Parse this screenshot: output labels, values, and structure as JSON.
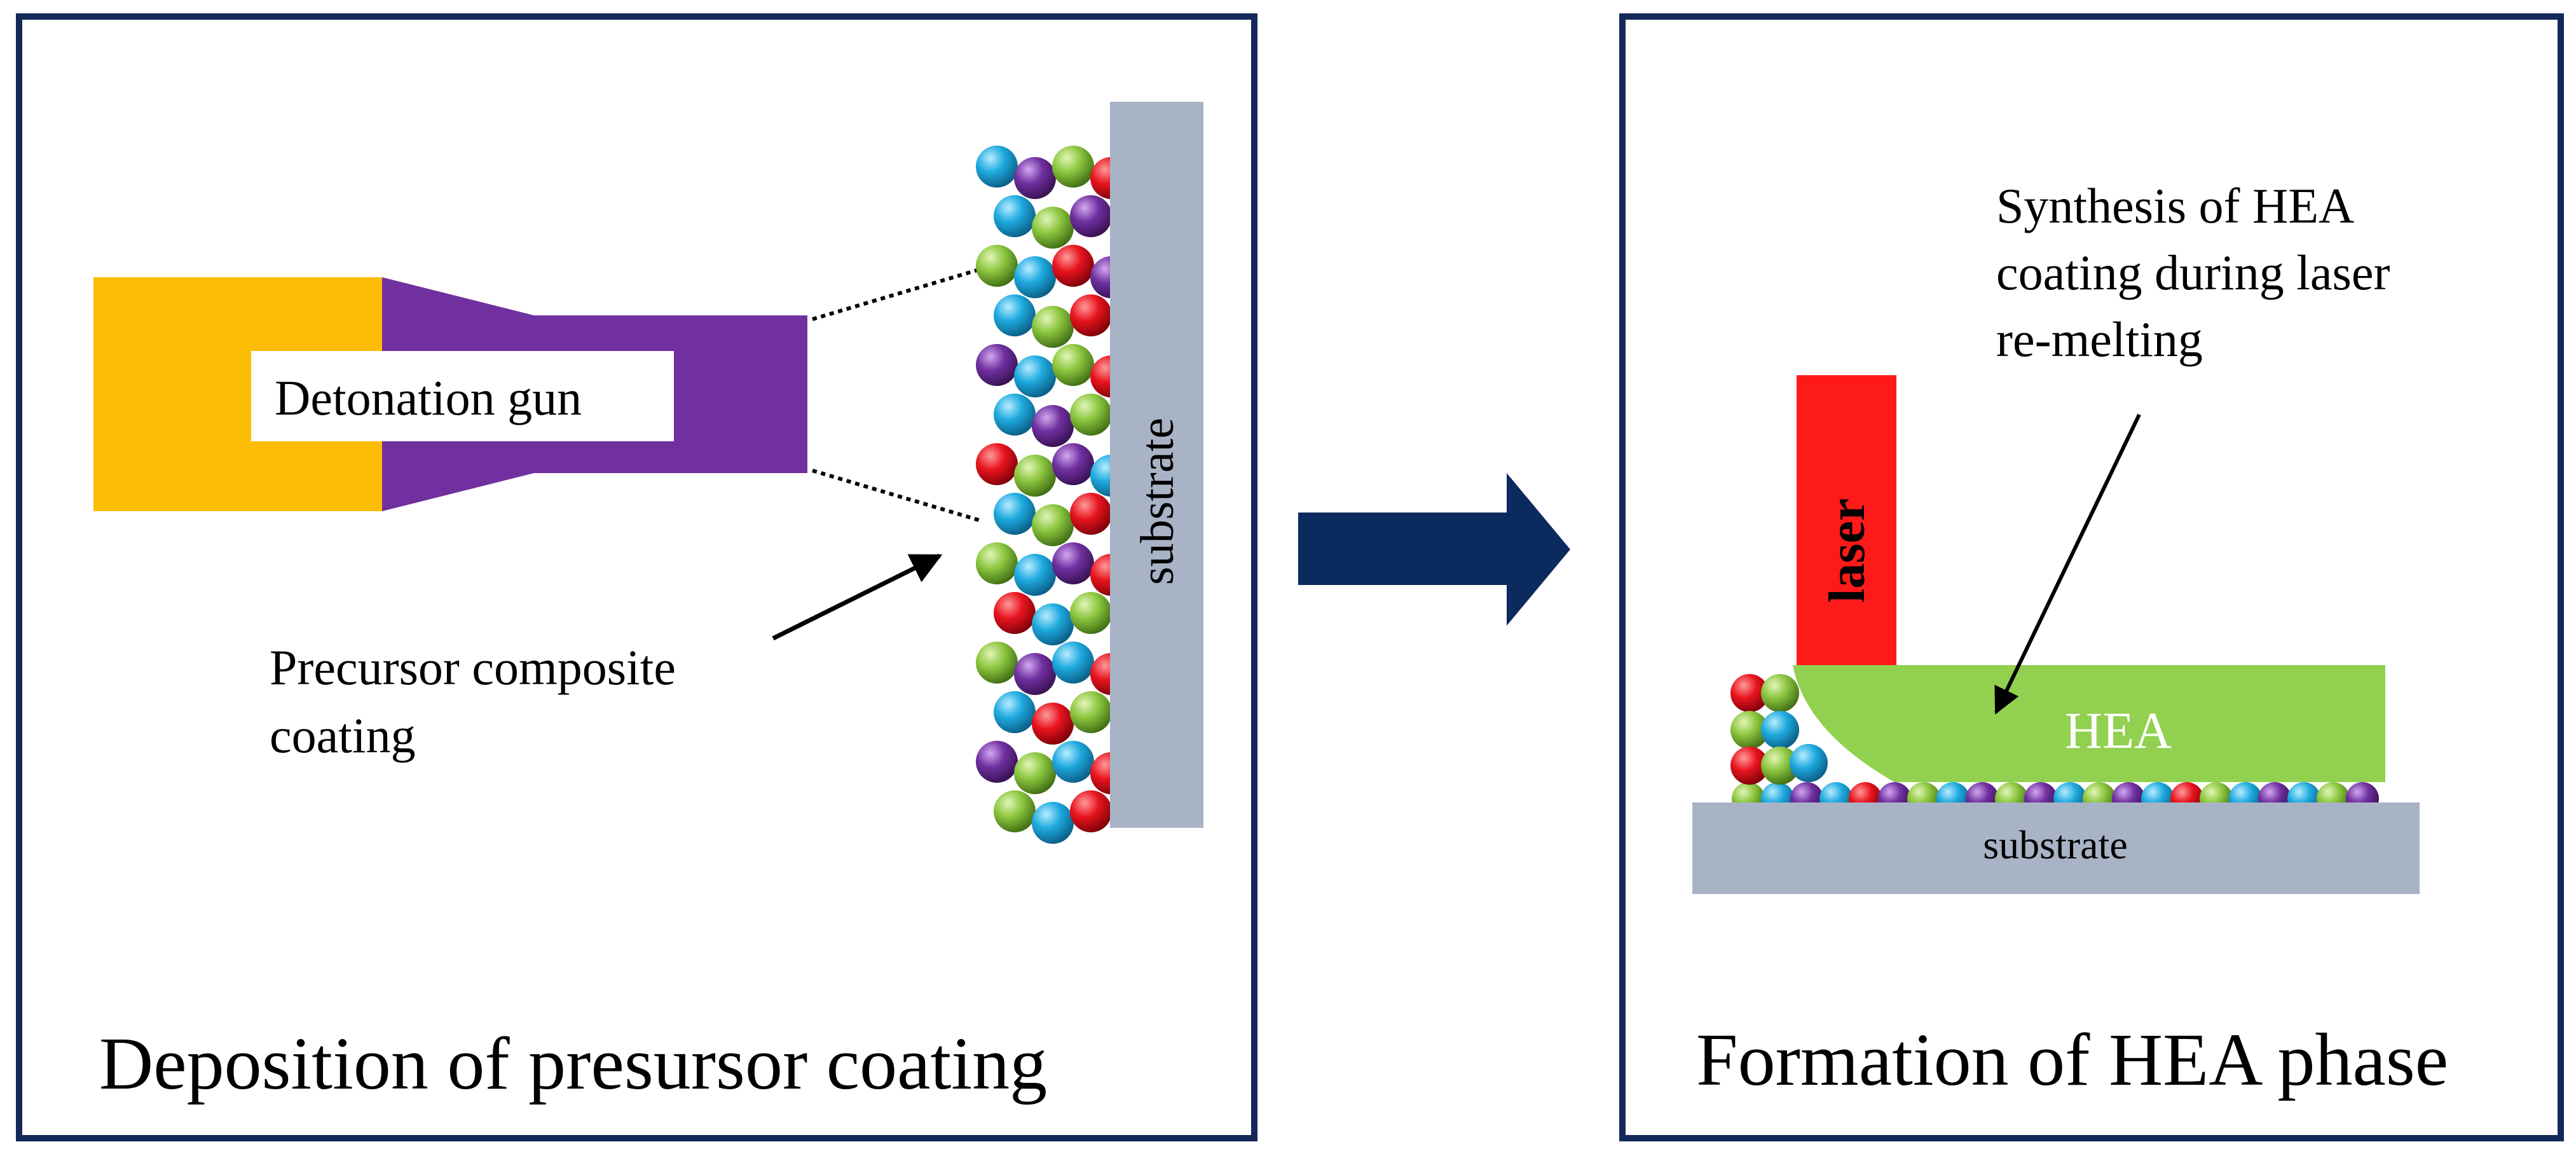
{
  "left_panel": {
    "caption": "Deposition of presursor coating",
    "gun_label": "Detonation gun",
    "substrate_label": "substrate",
    "annotation_line1": "Precursor composite",
    "annotation_line2": "coating"
  },
  "right_panel": {
    "caption": "Formation of HEA phase",
    "laser_label": "laser",
    "hea_label": "HEA",
    "substrate_label": "substrate",
    "annotation_line1": "Synthesis of HEA",
    "annotation_line2": "coating during laser",
    "annotation_line3": "re-melting"
  },
  "colors": {
    "frame": "#14285a",
    "arrow": "#0b2a5e",
    "gun_yellow": "#fdbd05",
    "gun_purple": "#7030a0",
    "substrate": "#a9b3c6",
    "laser": "#ff1a1a",
    "hea": "#92d050",
    "sphere_red": "#e8141e",
    "sphere_green": "#8cc63f",
    "sphere_blue": "#1eaadf",
    "sphere_purple": "#7030a0",
    "sphere_navy": "#2b5f8a"
  }
}
